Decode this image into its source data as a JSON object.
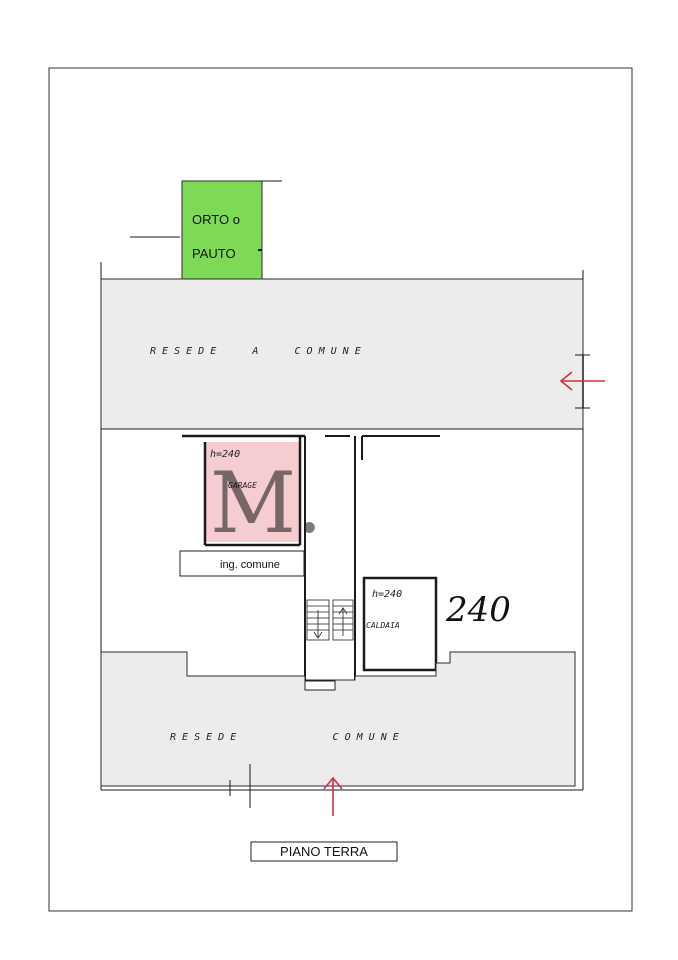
{
  "plan": {
    "orto_line1": "ORTO o",
    "orto_line2": "PAUTO",
    "resede_top": "R E S E D E      A      C O M U N E",
    "resede_bottom": "R E S E D E                C O M U N E",
    "garage_height": "h=240",
    "garage_name": "GARAGE",
    "caldaia_height": "h=240",
    "caldaia_name": "CALDAIA",
    "ing_comune": "ing. comune",
    "handwritten_number": "240",
    "title": "PIANO TERRA",
    "watermark": "M."
  },
  "colors": {
    "green_area": "#7ed957",
    "grey_area": "#ececec",
    "garage_tint": "#f3c4c9",
    "arrow_red": "#d2303e",
    "watermark": "#e6b8bc"
  }
}
